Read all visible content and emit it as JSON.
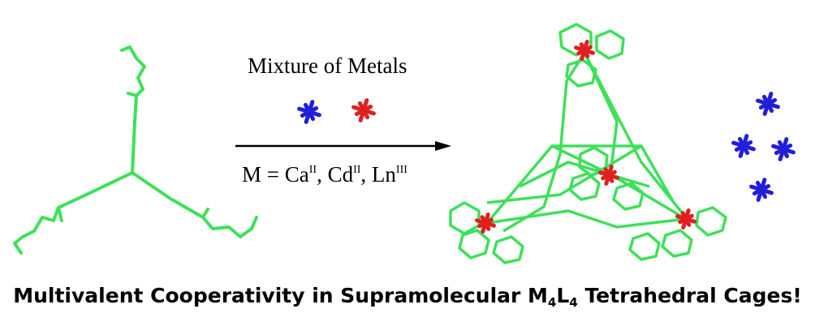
{
  "reaction": {
    "above_arrow": "Mixture of Metals",
    "below_arrow": {
      "prefix": "M = Ca",
      "ca_ox": "II",
      "sep1": ", Cd",
      "cd_ox": "II",
      "sep2": ", Ln",
      "ln_ox": "III"
    }
  },
  "title": {
    "part1": "Multivalent Cooperativity in Supramolecular M",
    "sub1": "4",
    "mid": "L",
    "sub2": "4",
    "part2": " Tetrahedral Cages!"
  },
  "colors": {
    "ligand": "#3ee05a",
    "ligand_dark": "#1e7a30",
    "metal_red": "#e02020",
    "metal_blue": "#2020d8",
    "arrow": "#000000"
  }
}
